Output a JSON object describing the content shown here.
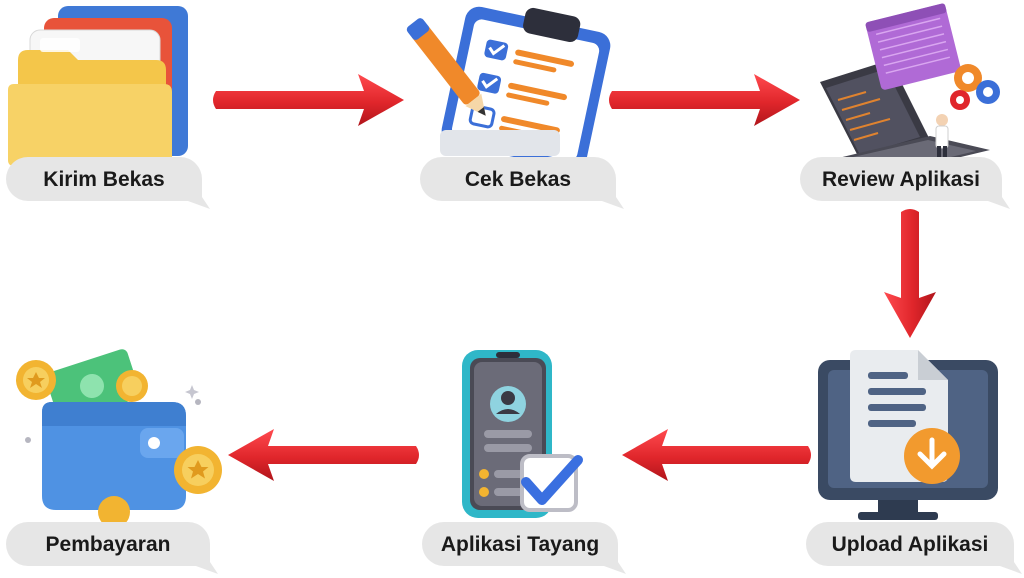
{
  "steps": [
    {
      "id": "kirim-bekas",
      "label": "Kirim Bekas",
      "icon": "folders-icon"
    },
    {
      "id": "cek-bekas",
      "label": "Cek Bekas",
      "icon": "clipboard-checklist-icon"
    },
    {
      "id": "review-aplikasi",
      "label": "Review Aplikasi",
      "icon": "laptop-code-review-icon"
    },
    {
      "id": "upload-aplikasi",
      "label": "Upload Aplikasi",
      "icon": "monitor-upload-document-icon"
    },
    {
      "id": "aplikasi-tayang",
      "label": "Aplikasi Tayang",
      "icon": "smartphone-check-icon"
    },
    {
      "id": "pembayaran",
      "label": "Pembayaran",
      "icon": "wallet-coins-icon"
    }
  ],
  "flow": [
    {
      "from": "kirim-bekas",
      "to": "cek-bekas"
    },
    {
      "from": "cek-bekas",
      "to": "review-aplikasi"
    },
    {
      "from": "review-aplikasi",
      "to": "upload-aplikasi"
    },
    {
      "from": "upload-aplikasi",
      "to": "aplikasi-tayang"
    },
    {
      "from": "aplikasi-tayang",
      "to": "pembayaran"
    }
  ],
  "colors": {
    "arrow": "#e0262b",
    "arrow_dark": "#b0151b",
    "label_bg": "#e6e6e6",
    "label_text": "#1a1a1a",
    "folder_yellow": "#f4c64a",
    "folder_blue": "#3f79d6",
    "folder_red": "#e8533a",
    "clipboard_blue": "#3b6fd8",
    "check_orange": "#f0892a",
    "laptop_dark": "#3a3a44",
    "purple_panel": "#b06ad6",
    "monitor_dark": "#3a4a63",
    "doc_gray": "#e9ecef",
    "download_orange": "#f29a2e",
    "phone_teal": "#2fb7c8",
    "check_blue": "#3a6fe0",
    "wallet_blue": "#4f92e3",
    "coin_gold": "#f2b431",
    "cash_green": "#4cc27a"
  }
}
